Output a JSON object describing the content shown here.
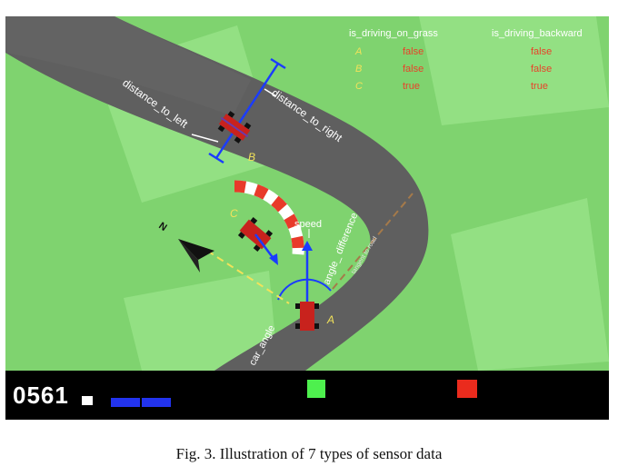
{
  "table": {
    "headers": [
      "is_driving_on_grass",
      "is_driving_backward"
    ],
    "rows": [
      {
        "car": "A",
        "on_grass": "false",
        "backward": "false"
      },
      {
        "car": "B",
        "on_grass": "false",
        "backward": "false"
      },
      {
        "car": "C",
        "on_grass": "true",
        "backward": "true"
      }
    ]
  },
  "labels": {
    "distance_to_left": "distance_to_left",
    "distance_to_right": "distance_to_right",
    "speed": "speed",
    "angle_difference": "angle_ difference",
    "car_angle": "car_angle",
    "tangent": "tangent to road",
    "compass_n": "N",
    "car_a": "A",
    "car_b": "B",
    "car_c": "C"
  },
  "hud": {
    "score": "0561"
  },
  "caption": "Fig. 3.  Illustration of 7 types of sensor data",
  "colors": {
    "grass": "#7fd36f",
    "grass_light": "#93e083",
    "road": "#5f5f5f",
    "car": "#c8221d",
    "label_yellow": "#f2e25a",
    "value_red": "#e8432a",
    "hud_green": "#4ef04e",
    "hud_red": "#ea2b1d",
    "hud_blue": "#2233ee"
  }
}
